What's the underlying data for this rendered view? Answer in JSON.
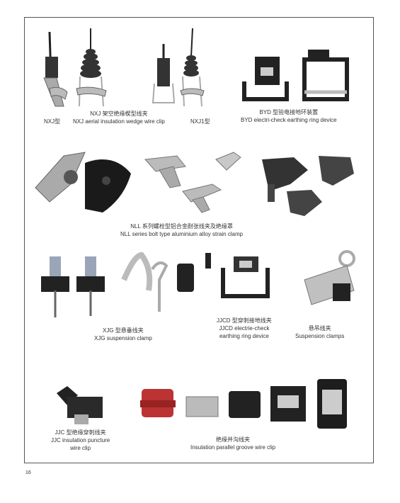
{
  "captions": {
    "nxj_left": "NXJ型",
    "nxj_main_cn": "NXJ 架空绝缘楔型线夹",
    "nxj_main_en": "NXJ aerial insulation wedge wire clip",
    "nxj1": "NXJ1型",
    "byd_cn": "BYD 型验电接地环装置",
    "byd_en": "BYD electri-check earthing ring device",
    "nll_cn": "NLL 系列螺栓型铝合金耐张线夹及绝缘罩",
    "nll_en": "NLL series bolt type aluminium alloy strain clamp",
    "xjg_cn": "XJG 型悬垂线夹",
    "xjg_en": "XJG suspension clamp",
    "jjcd_cn": "JJCD 型穿刺接地线夹",
    "jjcd_en1": "JJCD electrie-check",
    "jjcd_en2": "earthing ring device",
    "susp_cn": "悬吊线夹",
    "susp_en": "Suspension clamps",
    "jjc_cn": "JJC 型绝缘穿刺线夹",
    "jjc_en1": "JJC insulation puncture",
    "jjc_en2": "wire clip",
    "parallel_cn": "绝缘并沟线夹",
    "parallel_en": "Insulation parallel groove wire clip"
  },
  "page_number": "16"
}
